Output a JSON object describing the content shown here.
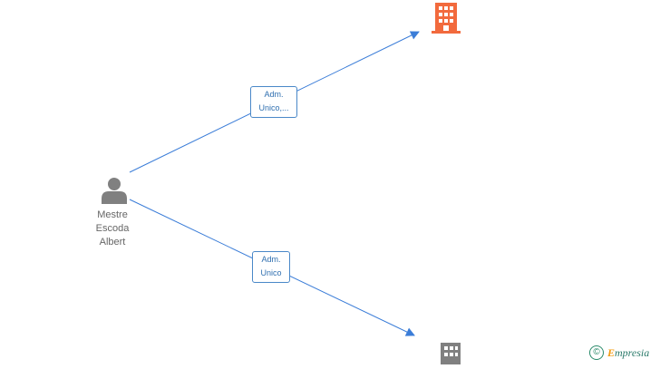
{
  "person": {
    "name_line1": "Mestre",
    "name_line2": "Escoda",
    "name_line3": "Albert",
    "icon": "person-icon",
    "color": "#808080"
  },
  "companies": [
    {
      "icon": "building-icon",
      "color": "#f26a3d"
    },
    {
      "icon": "building-icon",
      "color": "#808080"
    }
  ],
  "relations": [
    {
      "line1": "Adm.",
      "line2": "Unico,..."
    },
    {
      "line1": "Adm.",
      "line2": "Unico"
    }
  ],
  "edge_color": "#3b7dd8",
  "watermark": {
    "copyright_symbol": "©",
    "brand_initial": "E",
    "brand_rest": "mpresia",
    "brand_color": "#2a8a6a",
    "accent_color": "#f39c12"
  }
}
